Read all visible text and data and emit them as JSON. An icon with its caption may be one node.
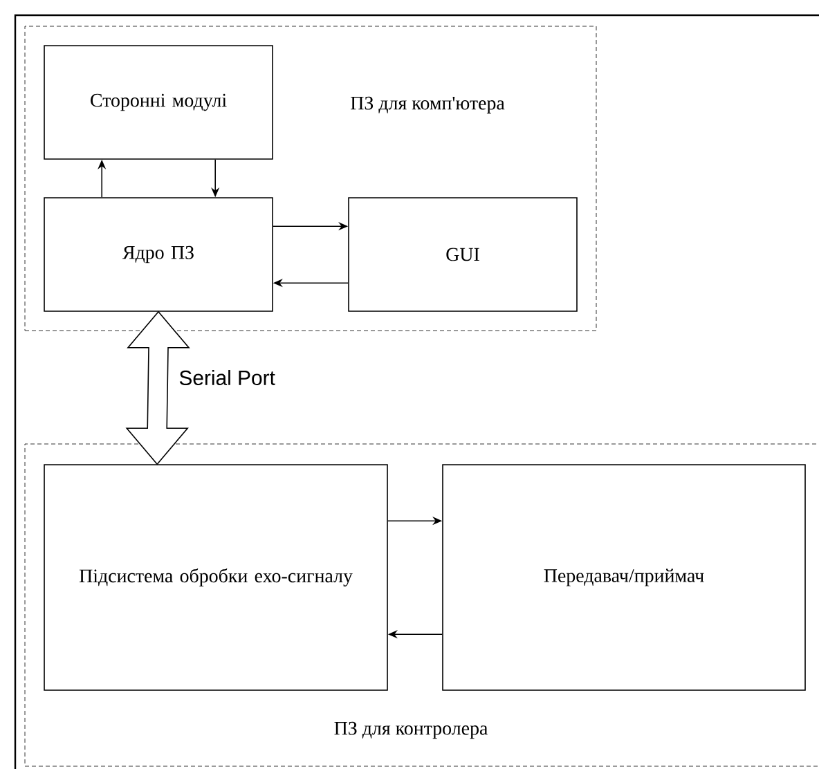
{
  "diagram": {
    "nodes": [
      {
        "text": [
          "ПЗ для комп'ютера"
        ]
      },
      {
        "text": [
          "Сторонні модулі"
        ],
        "in": 0
      },
      {
        "text": [
          "Ядро ПЗ"
        ],
        "in": 0
      },
      {
        "text": [
          "GUI"
        ],
        "in": 0
      },
      {
        "text": [
          "ПЗ для контролера"
        ]
      },
      {
        "text": [
          "Підсистема обробки ехо-сигналу"
        ],
        "in": 4
      },
      {
        "text": [
          "Передавач/приймач"
        ],
        "in": 4
      }
    ],
    "edges": [
      {
        "from": 2,
        "to": 1,
        "arrow": "to"
      },
      {
        "from": 1,
        "to": 2,
        "arrow": "to"
      },
      {
        "from": 2,
        "to": 3,
        "arrow": "to"
      },
      {
        "from": 3,
        "to": 2,
        "arrow": "to"
      },
      {
        "from": 2,
        "to": 5,
        "arrow": "both",
        "label": "Serial Port",
        "style": "thick"
      },
      {
        "from": 5,
        "to": 6,
        "arrow": "to"
      },
      {
        "from": 6,
        "to": 5,
        "arrow": "to"
      }
    ]
  }
}
